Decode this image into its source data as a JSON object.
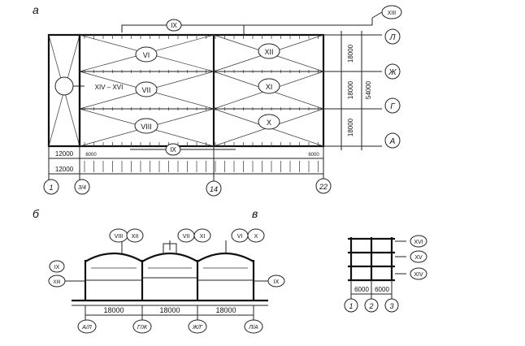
{
  "labels": {
    "panel_a": "а",
    "panel_b": "б",
    "panel_v": "в"
  },
  "plan": {
    "callouts": {
      "top_ix": "IX",
      "top_xiii": "XIII",
      "bottom_ix": "IX",
      "side": "XIV – XVI"
    },
    "bays": [
      "VI",
      "VII",
      "VIII",
      "XII",
      "XI",
      "X"
    ],
    "row_axes": [
      "Л",
      "Ж",
      "Г",
      "А"
    ],
    "col_axes": [
      "1",
      "3/4",
      "14",
      "22"
    ],
    "dims": {
      "span1": "18000",
      "span2": "18000",
      "span3": "18000",
      "total": "54000",
      "end_width_upper": "12000",
      "end_width_lower": "12000",
      "step_left": "6000",
      "step_right": "6000"
    }
  },
  "section": {
    "callouts": {
      "left_ix": "IX",
      "left_xiii": "XIII",
      "right_ix": "IX",
      "top1a": "VIII",
      "top1b": "XII",
      "top2a": "VII",
      "top2b": "XI",
      "top3a": "VI",
      "top3b": "X"
    },
    "dims": [
      "18000",
      "18000",
      "18000"
    ],
    "axes": [
      "А/Л",
      "Г/Ж",
      "Ж/Г",
      "Л/А"
    ]
  },
  "frame": {
    "callouts": [
      "XVI",
      "XV",
      "XIV"
    ],
    "dims": [
      "6000",
      "6000"
    ],
    "axes": [
      "1",
      "2",
      "3"
    ]
  }
}
